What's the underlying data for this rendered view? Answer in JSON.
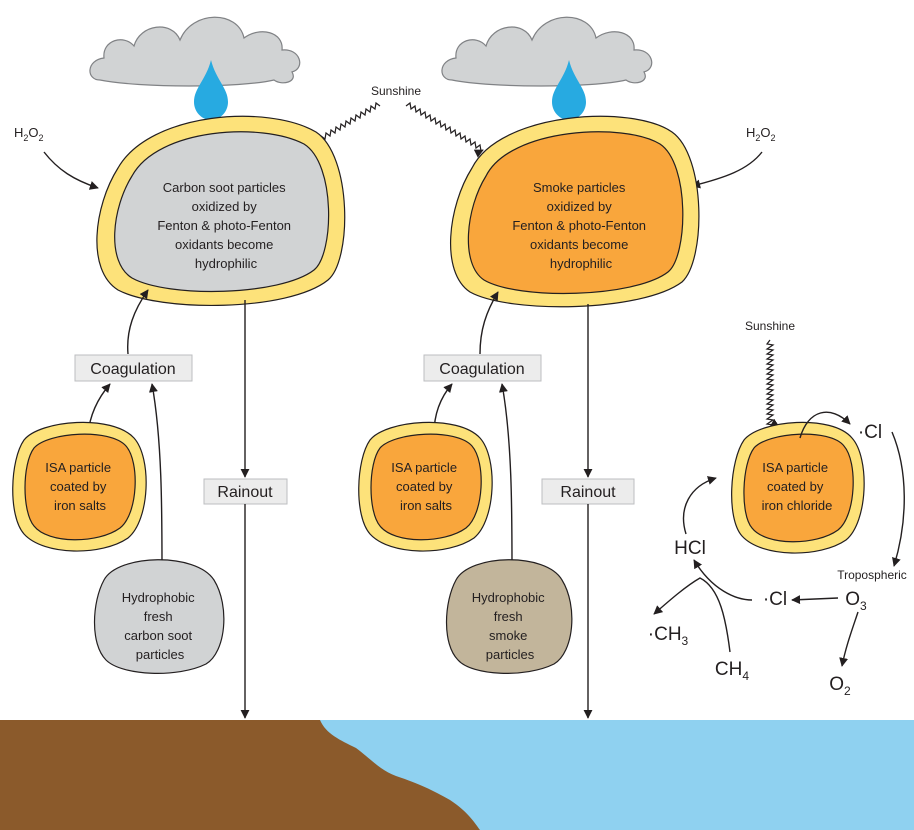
{
  "sunshine_top": "Sunshine",
  "sunshine_right": "Sunshine",
  "h2o2_left": {
    "base": "H",
    "sub1": "2",
    "mid": "O",
    "sub2": "2"
  },
  "h2o2_right": {
    "base": "H",
    "sub1": "2",
    "mid": "O",
    "sub2": "2"
  },
  "carbon_oxidized": [
    "Carbon soot particles",
    "oxidized by",
    "Fenton & photo-Fenton",
    "oxidants become",
    "hydrophilic"
  ],
  "smoke_oxidized": [
    "Smoke particles",
    "oxidized by",
    "Fenton & photo-Fenton",
    "oxidants become",
    "hydrophilic"
  ],
  "coagulation_left": "Coagulation",
  "coagulation_right": "Coagulation",
  "rainout_left": "Rainout",
  "rainout_right": "Rainout",
  "isa_left": [
    "ISA particle",
    "coated by",
    "iron salts"
  ],
  "isa_middle": [
    "ISA particle",
    "coated by",
    "iron salts"
  ],
  "isa_chloride": [
    "ISA particle",
    "coated by",
    "iron chloride"
  ],
  "carbon_fresh": [
    "Hydrophobic",
    "fresh",
    "carbon soot",
    "particles"
  ],
  "smoke_fresh": [
    "Hydrophobic",
    "fresh",
    "smoke",
    "particles"
  ],
  "chem": {
    "cl_radical_top": "·Cl",
    "cl_radical_mid": "·Cl",
    "hcl": "HCl",
    "tropospheric": "Tropospheric",
    "o3": {
      "base": "O",
      "sub": "3"
    },
    "o2": {
      "base": "O",
      "sub": "2"
    },
    "ch3": {
      "base": "·CH",
      "sub": "3"
    },
    "ch4": {
      "base": "CH",
      "sub": "4"
    }
  },
  "colors": {
    "cloud": "#d1d3d4",
    "raindrop": "#27aae1",
    "outer_coating": "#fde27a",
    "orange_core": "#f9a63c",
    "grey_core": "#d1d3d4",
    "smoke_fresh": "#c2b59b",
    "ground": "#8b5a2b",
    "water": "#8fd1f0",
    "label_box": "#ececec"
  }
}
